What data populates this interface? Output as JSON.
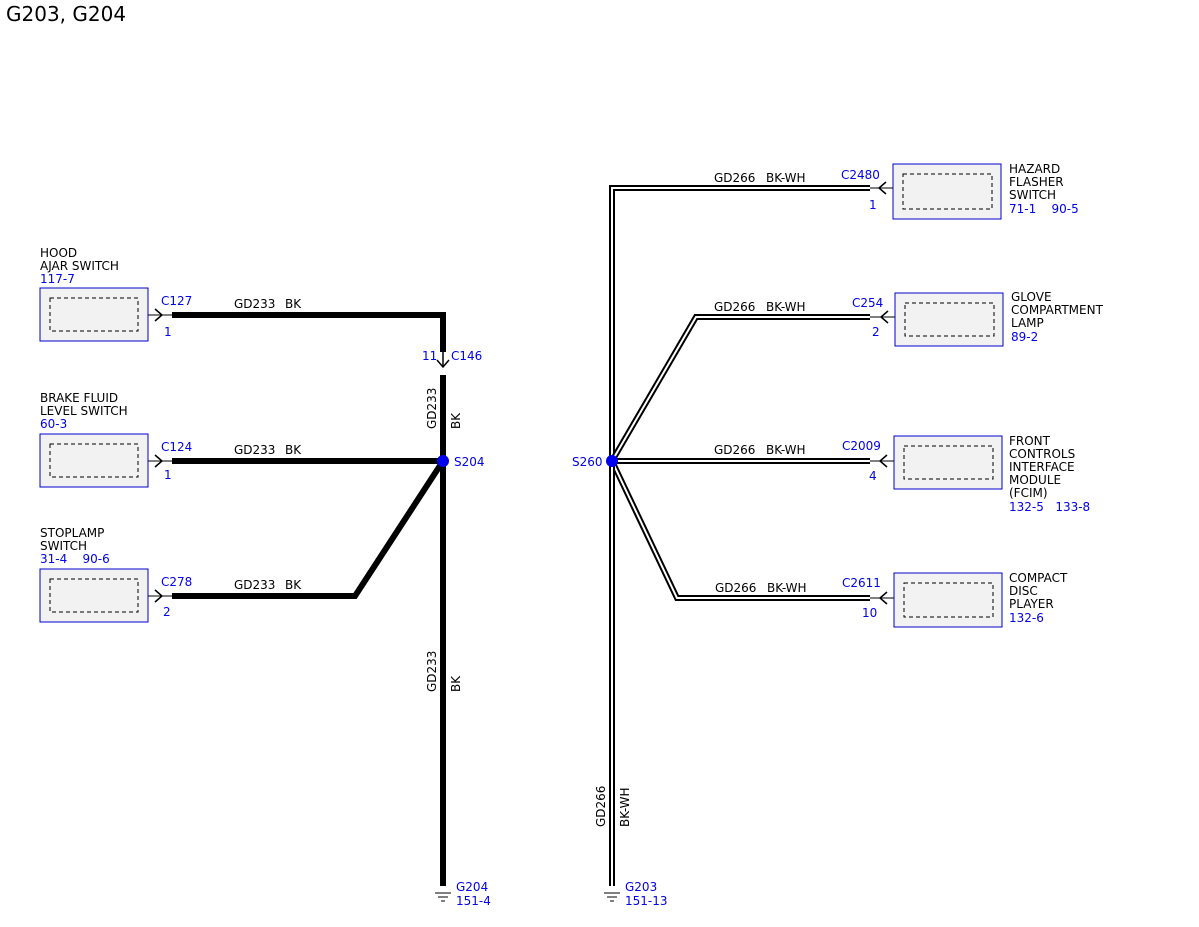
{
  "title": "G203, G204",
  "components": {
    "hood_ajar": {
      "lines": [
        "HOOD",
        "AJAR SWITCH"
      ],
      "refs": "117-7",
      "connector": "C127",
      "pin": "1"
    },
    "brake_fluid": {
      "lines": [
        "BRAKE FLUID",
        "LEVEL SWITCH"
      ],
      "refs": "60-3",
      "connector": "C124",
      "pin": "1"
    },
    "stoplamp": {
      "lines": [
        "STOPLAMP",
        "SWITCH"
      ],
      "refs": "31-4    90-6",
      "connector": "C278",
      "pin": "2"
    },
    "hazard": {
      "lines": [
        "HAZARD",
        "FLASHER",
        "SWITCH"
      ],
      "refs": "71-1    90-5",
      "connector": "C2480",
      "pin": "1"
    },
    "glove": {
      "lines": [
        "GLOVE",
        "COMPARTMENT",
        "LAMP"
      ],
      "refs": "89-2",
      "connector": "C254",
      "pin": "2"
    },
    "fcim": {
      "lines": [
        "FRONT",
        "CONTROLS",
        "INTERFACE",
        "MODULE",
        "(FCIM)"
      ],
      "refs": "132-5   133-8",
      "connector": "C2009",
      "pin": "4"
    },
    "cd": {
      "lines": [
        "COMPACT",
        "DISC",
        "PLAYER"
      ],
      "refs": "132-6",
      "connector": "C2611",
      "pin": "10"
    }
  },
  "wires": {
    "gd233": {
      "circuit": "GD233",
      "color": "BK"
    },
    "gd266": {
      "circuit": "GD266",
      "color": "BK-WH"
    }
  },
  "inline_connector": {
    "name": "C146",
    "pin": "11"
  },
  "splices": {
    "s204": "S204",
    "s260": "S260"
  },
  "grounds": {
    "g204": {
      "name": "G204",
      "ref": "151-4"
    },
    "g203": {
      "name": "G203",
      "ref": "151-13"
    }
  },
  "colors": {
    "wire": "#000000",
    "reference": "#0000ee",
    "component_fill": "#f2f2f2"
  }
}
